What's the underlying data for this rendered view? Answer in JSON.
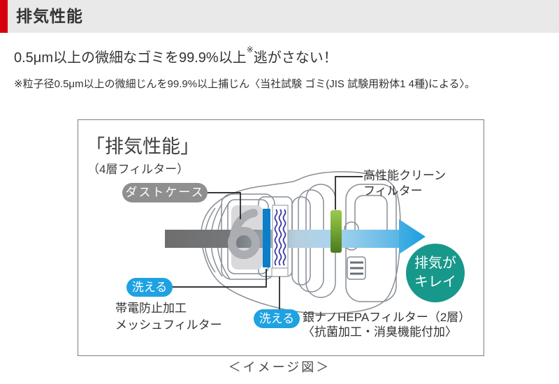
{
  "header": {
    "title": "排気性能"
  },
  "claim": {
    "text": "0.5μm以上の微細なゴミを99.9%以上",
    "sup": "※",
    "tail": "逃がさない！"
  },
  "disclaimer": {
    "text": "※粒子径0.5μm以上の微細じんを99.9%以上捕じん〈当社試験 ゴミ(JIS 試験用粉体1 4種)による〉。"
  },
  "diagram": {
    "title": "「排気性能」",
    "subtitle": "（4層フィルター）",
    "dust_case_label": "ダストケース",
    "clean_filter_line1": "高性能クリーン",
    "clean_filter_line2": "フィルター",
    "washable_label_1": "洗える",
    "washable_label_2": "洗える",
    "mesh_filter_line1": "帯電防止加工",
    "mesh_filter_line2": "メッシュフィルター",
    "hepa_line1": "銀ナノHEPAフィルター（2層）",
    "hepa_line2": "〈抗菌加工・消臭機能付加〉",
    "exhaust_line1": "排気が",
    "exhaust_line2": "キレイ",
    "caption": "＜イメージ図＞"
  },
  "colors": {
    "accent_red": "#d7000f",
    "header_bar_gray": "#e9e9e9",
    "dust_pill_gray": "#8f8f8f",
    "washable_blue": "#1ea2e2",
    "exhaust_teal": "#17988b",
    "mesh_filter_blue": "#0b7ec9",
    "clean_filter_green": "#6da833",
    "hepa_wave_indigo": "#3c3aa0",
    "arrow_blue": "#29a3e0",
    "inflow_gray": "#6e6e6e"
  }
}
